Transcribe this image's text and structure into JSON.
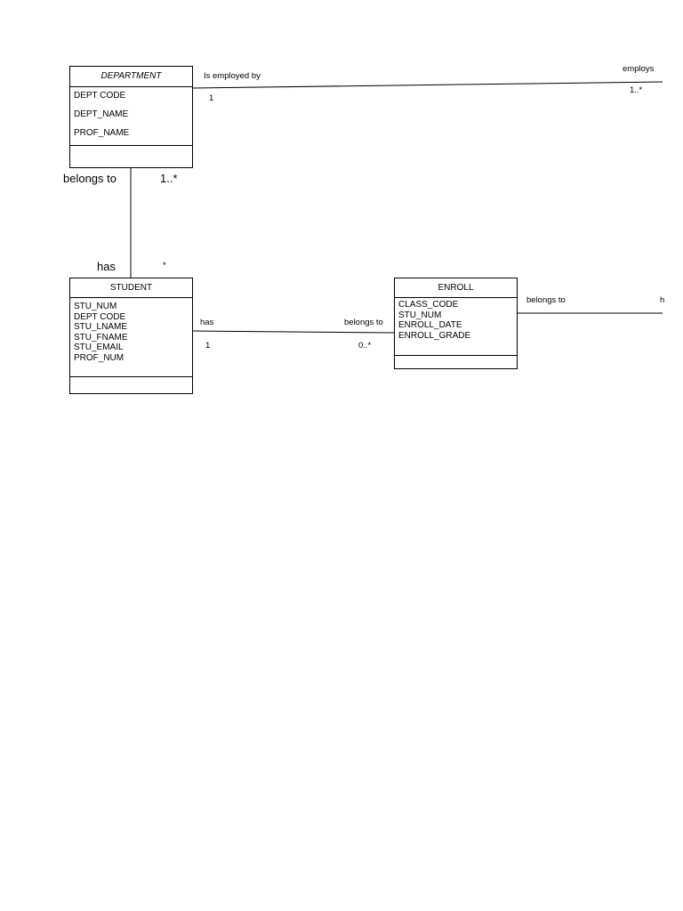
{
  "entities": {
    "department": {
      "name": "DEPARTMENT",
      "attributes": [
        "DEPT CODE",
        "DEPT_NAME",
        "PROF_NAME"
      ]
    },
    "student": {
      "name": "STUDENT",
      "attributes": [
        "STU_NUM",
        "DEPT CODE",
        "STU_LNAME",
        "STU_FNAME",
        "STU_EMAIL",
        "PROF_NUM"
      ]
    },
    "enroll": {
      "name": "ENROLL",
      "attributes": [
        "CLASS_CODE",
        "STU_NUM",
        "ENROLL_DATE",
        "ENROLL_GRADE"
      ]
    }
  },
  "relationships": {
    "department_professor": {
      "left_role": "Is employed by",
      "left_mult": "1",
      "right_role": "employs",
      "right_mult": "1..*"
    },
    "department_student": {
      "top_role": "belongs to",
      "top_mult": "1..*",
      "bottom_role": "has",
      "bottom_mult": "*"
    },
    "student_enroll": {
      "left_role": "has",
      "left_mult": "1",
      "right_role": "belongs to",
      "right_mult": "0..*"
    },
    "enroll_right": {
      "left_role": "belongs to",
      "right_role": "h"
    }
  }
}
